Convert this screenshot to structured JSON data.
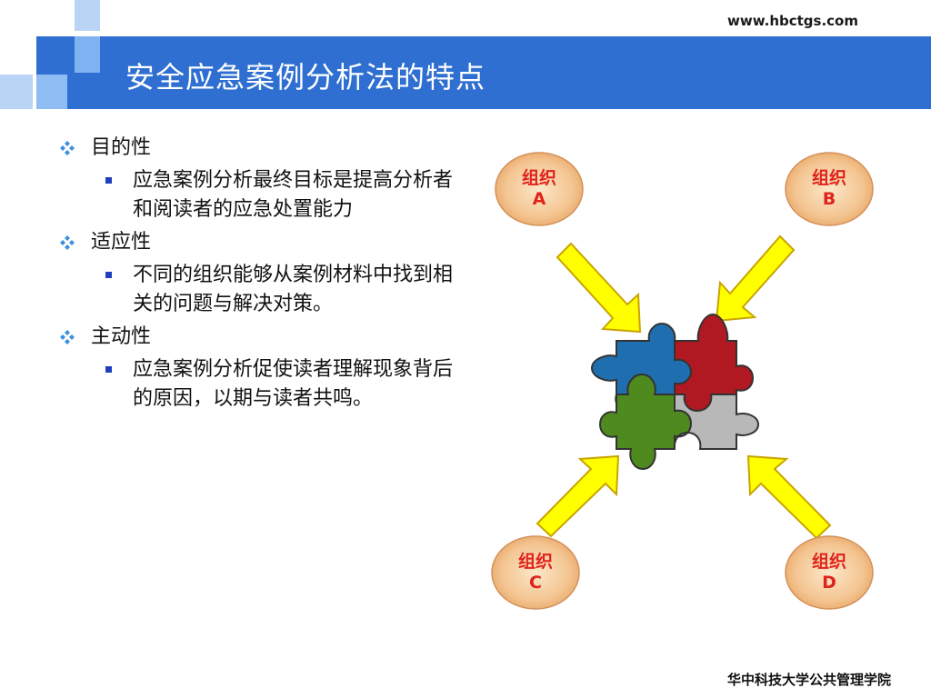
{
  "header": {
    "url": "www.hbctgs.com",
    "title": "安全应急案例分析法的特点"
  },
  "sections": [
    {
      "heading": "目的性",
      "detail": "应急案例分析最终目标是提高分析者和阅读者的应急处置能力"
    },
    {
      "heading": "适应性",
      "detail": "不同的组织能够从案例材料中找到相关的问题与解决对策。"
    },
    {
      "heading": "主动性",
      "detail": "应急案例分析促使读者理解现象背后的原因，以期与读者共鸣。"
    }
  ],
  "organizations": [
    {
      "line1": "组织",
      "line2": "A"
    },
    {
      "line1": "组织",
      "line2": "B"
    },
    {
      "line1": "组织",
      "line2": "C"
    },
    {
      "line1": "组织",
      "line2": "D"
    }
  ],
  "colors": {
    "header_blue": "#2f6fd1",
    "square_light": "#7fb2f0",
    "puzzle_blue": "#1f6fb0",
    "puzzle_red": "#b01822",
    "puzzle_green": "#4f8a1f",
    "puzzle_gray": "#b8b8b8",
    "arrow_yellow": "#ffff00",
    "org_text": "#e0231a"
  },
  "footer": {
    "institution": "华中科技大学公共管理学院"
  }
}
